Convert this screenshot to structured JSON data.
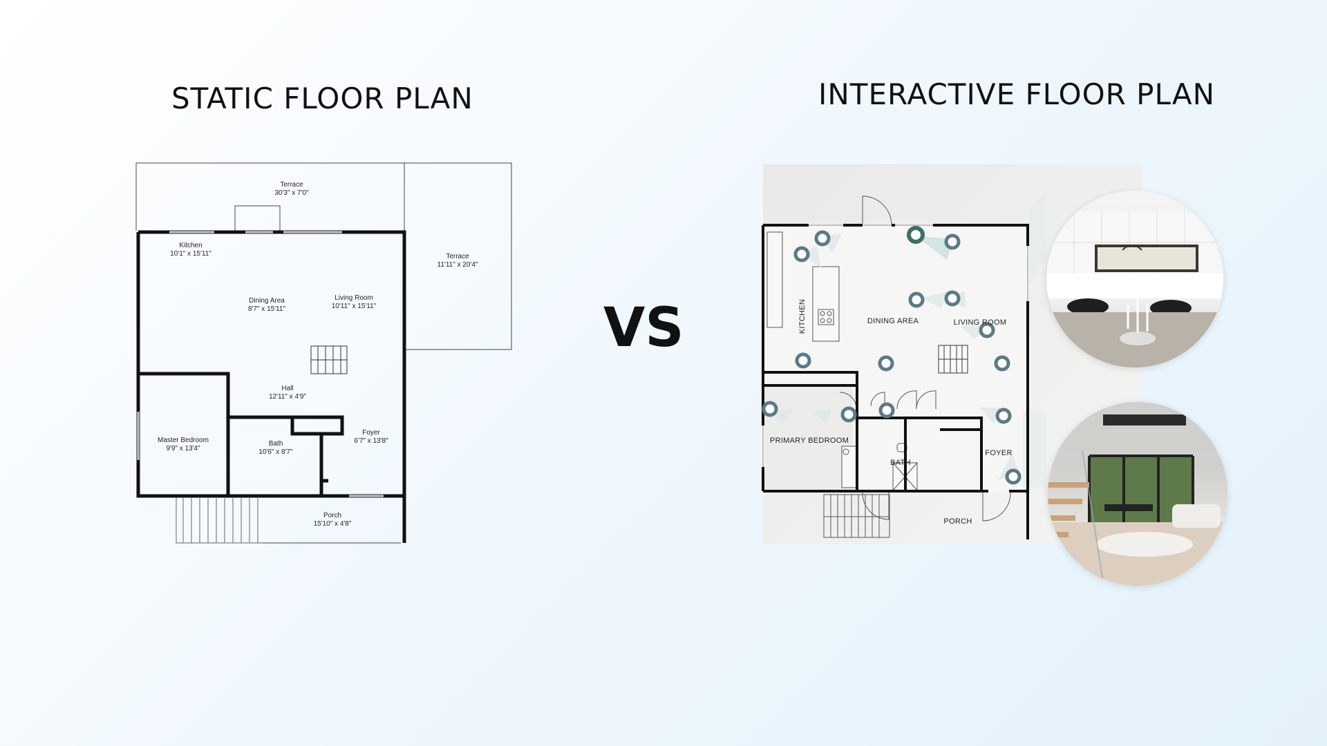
{
  "titles": {
    "static": "STATIC FLOOR PLAN",
    "interactive": "INTERACTIVE FLOOR PLAN",
    "vs": "VS"
  },
  "static_plan": {
    "terrace_top": {
      "name": "Terrace",
      "size": "30'3\" x 7'0\""
    },
    "terrace_side": {
      "name": "Terrace",
      "size": "11'11\" x 20'4\""
    },
    "kitchen": {
      "name": "Kitchen",
      "size": "10'1\" x 15'11\""
    },
    "dining": {
      "name": "Dining Area",
      "size": "8'7\" x 15'11\""
    },
    "living": {
      "name": "Living Room",
      "size": "10'11\" x 15'11\""
    },
    "hall": {
      "name": "Hall",
      "size": "12'11\" x 4'9\""
    },
    "master_bedroom": {
      "name": "Master Bedroom",
      "size": "9'9\" x 13'4\""
    },
    "bath": {
      "name": "Bath",
      "size": "10'6\" x 8'7\""
    },
    "foyer": {
      "name": "Foyer",
      "size": "6'7\" x 13'8\""
    },
    "porch": {
      "name": "Porch",
      "size": "15'10\" x 4'8\""
    }
  },
  "interactive_plan": {
    "kitchen": "KITCHEN",
    "dining": "DINING AREA",
    "living": "LIVING ROOM",
    "primary_bedroom": "PRIMARY BEDROOM",
    "bath": "BATH",
    "foyer": "FOYER",
    "porch": "PORCH"
  },
  "colors": {
    "wall": "#111111",
    "camera_marker": "#5b7a86",
    "camera_active": "#3f6f66",
    "view_cone": "#cfe2e0"
  }
}
